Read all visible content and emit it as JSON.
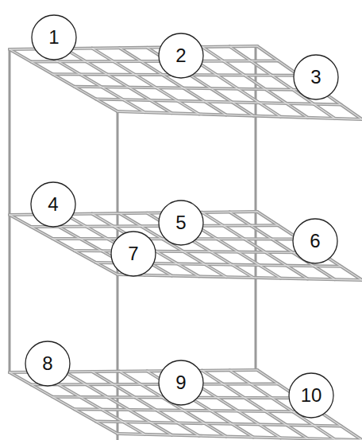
{
  "diagram": {
    "nodes": [
      {
        "text": [
          "1"
        ]
      },
      {
        "text": [
          "2"
        ]
      },
      {
        "text": [
          "3"
        ]
      },
      {
        "text": [
          "4"
        ]
      },
      {
        "text": [
          "5"
        ]
      },
      {
        "text": [
          "6"
        ]
      },
      {
        "text": [
          "7"
        ]
      },
      {
        "text": [
          "8"
        ]
      },
      {
        "text": [
          "9"
        ]
      },
      {
        "text": [
          "10"
        ]
      }
    ]
  }
}
